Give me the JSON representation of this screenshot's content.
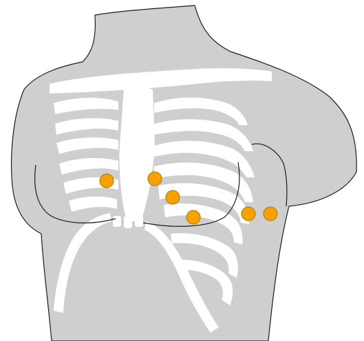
{
  "figure": {
    "subject": "torso-ribcage",
    "colors": {
      "background": "#ffffff",
      "torso_fill": "#cfcfcf",
      "outline": "#1a1a1a",
      "bone_fill": "#ffffff",
      "electrode_fill": "#f5a100",
      "electrode_stroke": "#b07000"
    },
    "electrodes": [
      {
        "id": "V1"
      },
      {
        "id": "V2"
      },
      {
        "id": "V3"
      },
      {
        "id": "V4"
      },
      {
        "id": "V5"
      },
      {
        "id": "V6"
      }
    ]
  }
}
